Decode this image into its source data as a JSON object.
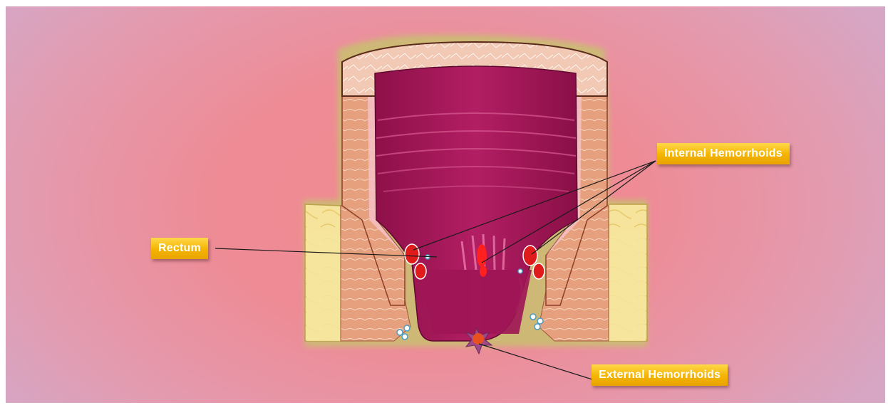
{
  "labels": {
    "rectum": "Rectum",
    "internal_hemorrhoids": "Internal Hemorrhoids",
    "external_hemorrhoids": "External Hemorrhoids"
  },
  "colors": {
    "lumen": "#a8175a",
    "lumen_dark": "#7e0f45",
    "fat": "#f5e39a",
    "muscle": "#e8a27e",
    "outer_glow": "#c9c070",
    "label_bg": "#f4b400",
    "hemorrhoid": "#e01b1b",
    "vein": "#5fb6d9"
  },
  "icons": {
    "external_hemorrhoid_marker": "star-burst-icon"
  }
}
